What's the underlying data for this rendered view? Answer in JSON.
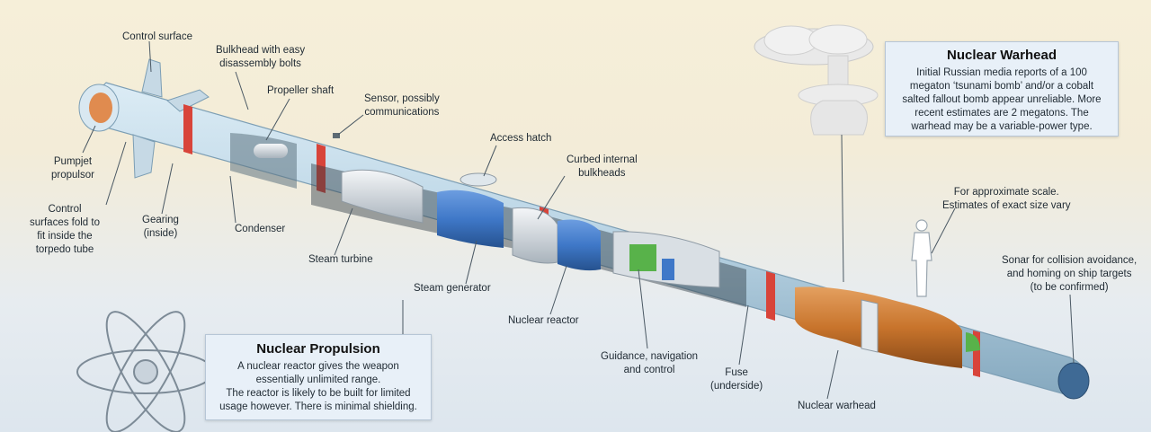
{
  "warhead_box": {
    "title": "Nuclear Warhead",
    "lines": [
      "Initial Russian media reports of a 100",
      "megaton ‘tsunami bomb’ and/or a cobalt",
      "salted fallout bomb appear unreliable. More",
      "recent estimates are 2 megatons. The",
      "warhead may be a variable-power type."
    ]
  },
  "propulsion_box": {
    "title": "Nuclear Propulsion",
    "lines": [
      "A nuclear reactor gives the weapon",
      "essentially unlimited range.",
      "The reactor is likely to be built for limited",
      "usage however. There is minimal shielding."
    ]
  },
  "labels": {
    "control_surface": "Control surface",
    "bulkhead": [
      "Bulkhead with easy",
      "disassembly bolts"
    ],
    "propeller_shaft": "Propeller shaft",
    "sensor": [
      "Sensor, possibly",
      "communications"
    ],
    "access_hatch": "Access hatch",
    "curbed_bulkheads": [
      "Curbed internal",
      "bulkheads"
    ],
    "pumpjet": [
      "Pumpjet",
      "propulsor"
    ],
    "control_fold": [
      "Control",
      "surfaces fold to",
      "fit inside the",
      "torpedo tube"
    ],
    "gearing": [
      "Gearing",
      "(inside)"
    ],
    "condenser": "Condenser",
    "steam_turbine": "Steam turbine",
    "steam_generator": "Steam generator",
    "nuclear_reactor": "Nuclear reactor",
    "guidance": [
      "Guidance, navigation",
      "and control"
    ],
    "fuse": [
      "Fuse",
      "(underside)"
    ],
    "nuclear_warhead": "Nuclear warhead",
    "scale": [
      "For approximate scale.",
      "Estimates of exact size vary"
    ],
    "sonar": [
      "Sonar for collision avoidance,",
      "and homing on ship targets",
      "(to be confirmed)"
    ]
  },
  "colors": {
    "hull": "#bcd6e6",
    "hull_dark": "#8fb3c9",
    "band": "#d8443a",
    "turbine": "#d9dfe4",
    "generator": "#3f78c8",
    "guidance": "#58b24a",
    "warhead": "#c8742c",
    "nose": "#3f6a95",
    "leader": "#4a5863"
  }
}
